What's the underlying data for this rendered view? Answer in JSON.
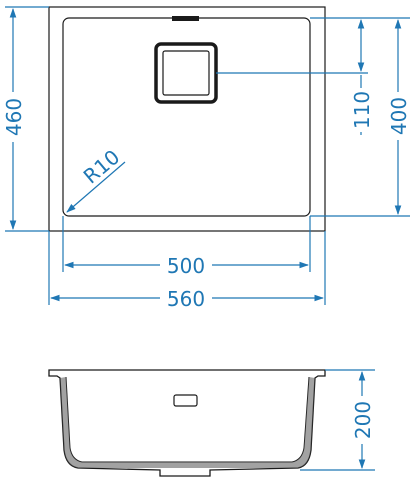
{
  "colors": {
    "dimension": "#1f77b4",
    "outline": "#1a1a1a",
    "background": "#ffffff"
  },
  "top_view": {
    "outer_width": "560",
    "inner_width": "500",
    "outer_height": "460",
    "inner_height": "400",
    "drain_offset": "110",
    "corner_radius": "R10"
  },
  "side_view": {
    "depth": "200"
  }
}
